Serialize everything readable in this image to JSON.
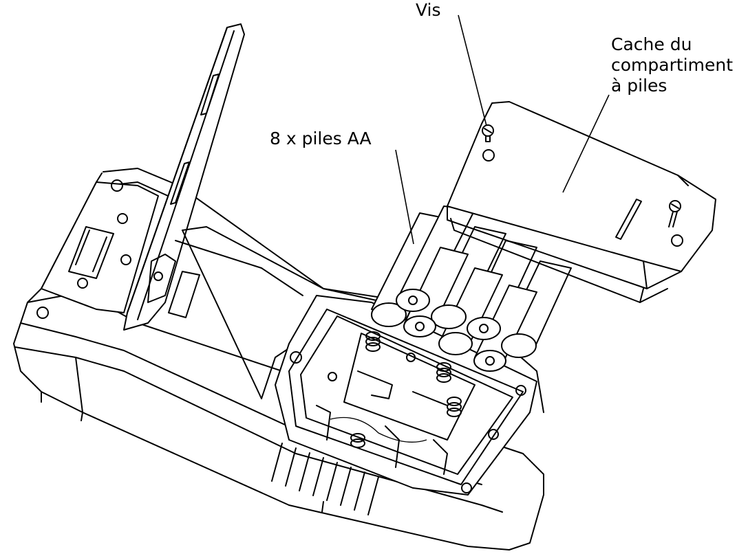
{
  "labels": {
    "screw": "Vis",
    "batteries": "8 x piles AA",
    "cover_line1": "Cache du",
    "cover_line2": "compartiment",
    "cover_line3": "à piles"
  }
}
